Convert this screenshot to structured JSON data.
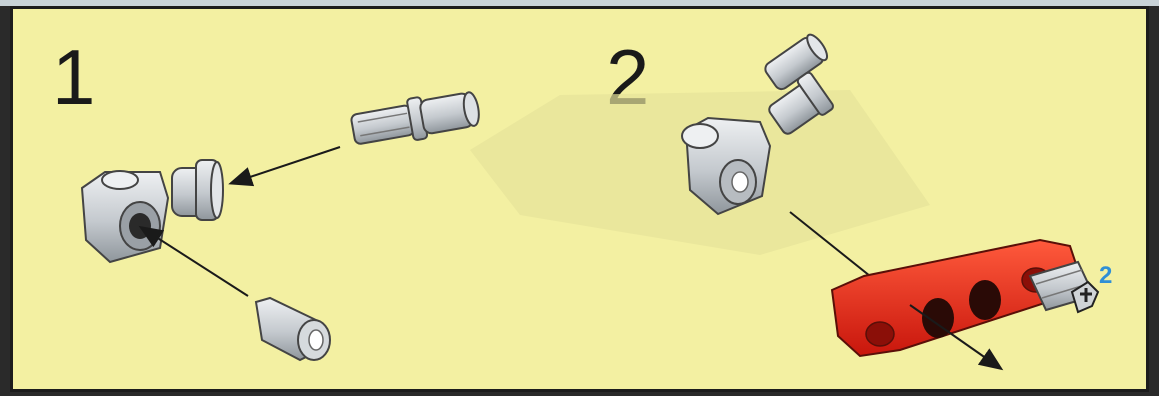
{
  "steps": [
    {
      "number": "1"
    },
    {
      "number": "2"
    }
  ],
  "step2": {
    "quantity_callout": "2"
  },
  "colors": {
    "background": "#f3f0a2",
    "part_gray": "#c8ccd0",
    "part_red": "#e02418",
    "quantity_blue": "#2f8fd6"
  }
}
